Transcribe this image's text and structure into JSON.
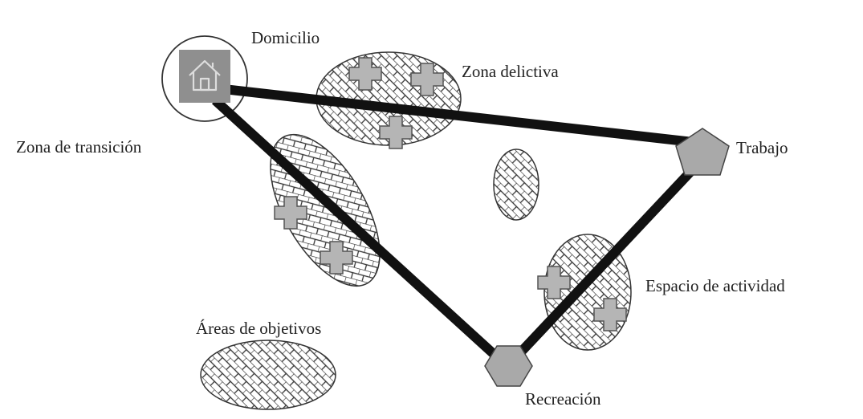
{
  "labels": {
    "home": "Domicilio",
    "crime_zone": "Zona delictiva",
    "transition_zone": "Zona de transición",
    "work": "Trabajo",
    "activity_space": "Espacio de actividad",
    "target_areas": "Áreas de objetivos",
    "recreation": "Recreación"
  },
  "colors": {
    "background": "#ffffff",
    "path": "#111111",
    "node_fill": "#a9a9a9",
    "home_square": "#8f8f8f",
    "hatch": "#333333",
    "crime_marker": "#b5b5b5"
  },
  "icons": {
    "home": "house-icon",
    "crime": "cross-marker-icon"
  }
}
